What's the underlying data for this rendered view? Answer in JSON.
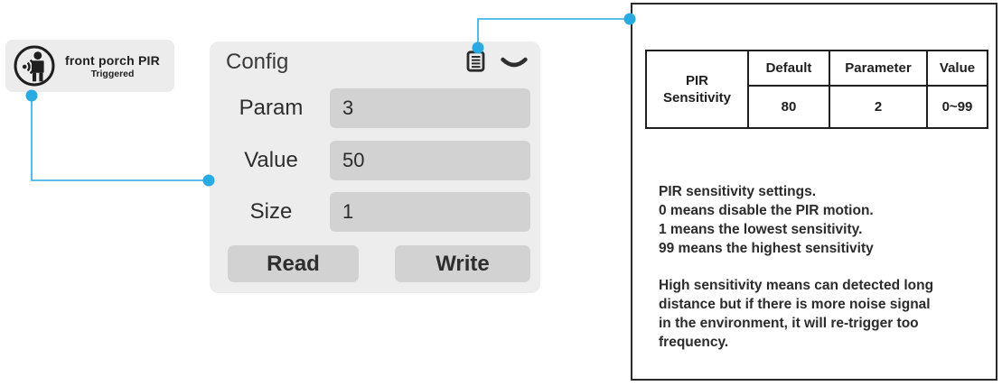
{
  "colors": {
    "accent_blue": "#29ABE2",
    "panel_gray": "#ECECEC",
    "field_gray": "#D2D2D2",
    "border_black": "#2B2B2B"
  },
  "device_badge": {
    "icon": "pir-motion-sensor-icon",
    "name": "front porch PIR",
    "status": "Triggered"
  },
  "config_panel": {
    "title": "Config",
    "header_icons": [
      "document-list-icon",
      "chevron-down-icon"
    ],
    "fields": [
      {
        "label": "Param",
        "value": "3"
      },
      {
        "label": "Value",
        "value": "50"
      },
      {
        "label": "Size",
        "value": "1"
      }
    ],
    "buttons": {
      "read": "Read",
      "write": "Write"
    }
  },
  "info_panel": {
    "table": {
      "row_header": "PIR Sensitivity",
      "columns": [
        "Default",
        "Parameter",
        "Value"
      ],
      "values": [
        "80",
        "2",
        "0~99"
      ]
    },
    "notes": [
      "PIR sensitivity settings.",
      "0 means disable the PIR motion.",
      "1 means the lowest sensitivity.",
      "99 means the highest sensitivity"
    ],
    "description_lines": [
      "High sensitivity means can detected long",
      "distance but if there is more noise signal",
      "in the environment, it will re-trigger too",
      "frequency."
    ]
  }
}
